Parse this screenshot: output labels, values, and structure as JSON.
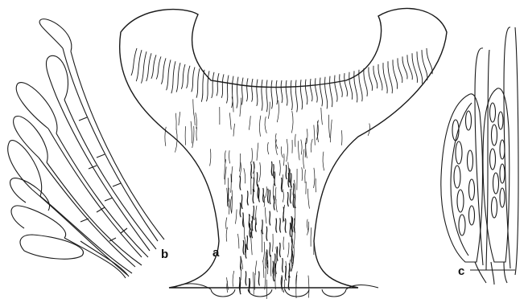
{
  "figure": {
    "labels": {
      "a": "a",
      "b": "b",
      "c": "c"
    },
    "ink_color": "#1a1a1a",
    "paper_color": "#ffffff"
  }
}
